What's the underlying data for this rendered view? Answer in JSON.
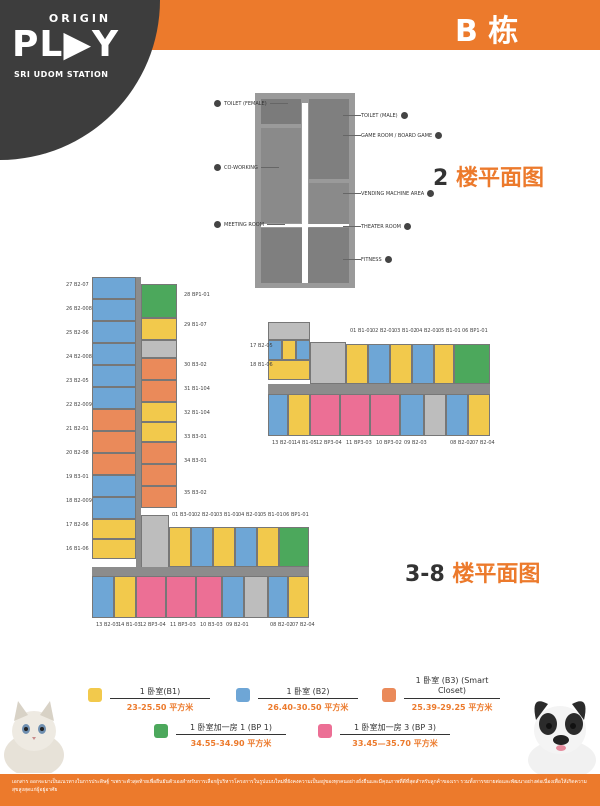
{
  "brand": {
    "origin": "ORIGIN",
    "play": "PL▶Y",
    "station": "SRI UDOM STATION"
  },
  "building_title": "B 栋",
  "floor2": {
    "label_num": "2",
    "label_text": "楼平面图",
    "callouts": {
      "toilet_female": "TOILET (FEMALE)",
      "co_working": "CO-WORKING",
      "meeting_room": "MEETING ROOM",
      "toilet_male": "TOILET (MALE)",
      "game_room": "GAME ROOM / BOARD GAME",
      "vending": "VENDING MACHINE AREA",
      "theater": "THEATER ROOM",
      "fitness": "FITNESS"
    }
  },
  "floor3_8": {
    "label_num": "3-8",
    "label_text": "楼平面图",
    "left_stack_labels": [
      "27 B2-07",
      "26 B2-008",
      "25 B2-06",
      "24 B2-008",
      "23 B2-05",
      "22 B2-009",
      "21 B2-01",
      "20 B2-08",
      "19 B3-01",
      "18 B2-009",
      "17 B2-06",
      "16 B1-06"
    ],
    "right_stack_labels": [
      "28 BP1-01",
      "29 B1-07",
      "30 B3-02",
      "31 B1-104",
      "32 B1-104",
      "33 B3-01",
      "34 B3-01",
      "35 B3-02"
    ],
    "bottom_top_labels": [
      "01 B3-01",
      "02 B2-01",
      "03 B1-01",
      "04 B2-01",
      "05 B1-01",
      "06 BP1-01"
    ],
    "bottom_bottom_labels": [
      "13 B2-03",
      "14 B1-03",
      "12 BP3-04",
      "11 BP3-03",
      "10 B3-03",
      "09 B2-01",
      "08 B2-02",
      "07 B2-04"
    ],
    "east_top_labels": [
      "01 B1-01",
      "02 B2-01",
      "03 B1-02",
      "04 B2-01",
      "05 B1-01",
      "06 BP1-01"
    ],
    "east_side_labels": [
      "17 B2-05",
      "18 B1-06"
    ],
    "east_bottom_labels": [
      "13 B2-01",
      "14 B1-05",
      "12 BP3-04",
      "11 BP3-03",
      "10 BP3-02",
      "09 B2-03",
      "08 B2-02",
      "07 B2-04"
    ]
  },
  "legend": [
    {
      "name": "1 卧室(B1)",
      "area": "23-25.50 平方米",
      "color": "#f2c94c"
    },
    {
      "name": "1 卧室 (B2)",
      "area": "26.40-30.50 平方米",
      "color": "#6ea6d6"
    },
    {
      "name": "1 卧室 (B3) (Smart Closet)",
      "area": "25.39-29.25 平方米",
      "color": "#ea8a5a"
    },
    {
      "name": "1 卧室加一房 1 (BP 1)",
      "area": "34.55-34.90 平方米",
      "color": "#4ca85c"
    },
    {
      "name": "1 卧室加一房 3 (BP 3)",
      "area": "33.45—35.70 平方米",
      "color": "#ec6f95"
    }
  ],
  "footer": {
    "disclaimer": "เอกสาร ออกจะมาเป็นแนวทางในการประดิษฐ์ ฯเพราะตัวสุดท้ายเพื่อยืนยันตัวเองสำหรับการเลือกผู้บริหารโครงการในรูปแบบใหม่ที่ยังคงความเป็นอยู่ของทุกคนอย่างยั่งยืนและมีคุณภาพที่ดีที่สุดสำหรับลูกค้าของเรา รวมทั้งการขยายต่อและพัฒนาอย่างต่อเนื่องเพื่อให้เกิดความสุขสูงสุดแก่ผู้อยู่อาศัย"
  }
}
